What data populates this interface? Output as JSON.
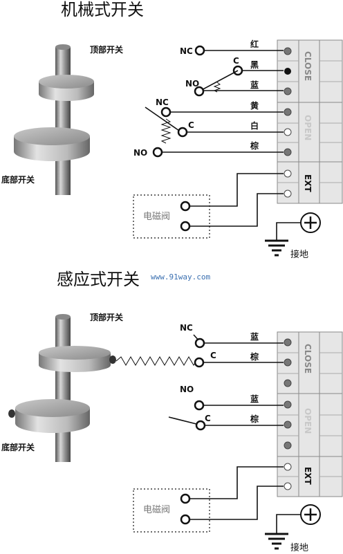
{
  "mechanical": {
    "title": "机械式开关",
    "top_label": "顶部开关",
    "bottom_label": "底部开关",
    "top_switch": {
      "nc": "NC",
      "c": "C",
      "no": "NO"
    },
    "bottom_switch": {
      "nc": "NC",
      "c": "C",
      "no": "NO"
    },
    "wires": [
      "红",
      "黑",
      "蓝",
      "黄",
      "白",
      "棕"
    ],
    "close_label": "CLOSE",
    "open_label": "OPEN",
    "ext_label": "EXT",
    "solenoid": "电磁阀",
    "ground": "接地"
  },
  "watermark": "www.91way.com",
  "inductive": {
    "title": "感应式开关",
    "top_label": "顶部开关",
    "bottom_label": "底部开关",
    "top_switch": {
      "nc": "NC",
      "c": "C"
    },
    "bottom_switch": {
      "no": "NO",
      "c": "C"
    },
    "wires": [
      "蓝",
      "棕",
      "蓝",
      "棕"
    ],
    "close_label": "CLOSE",
    "open_label": "OPEN",
    "ext_label": "EXT",
    "solenoid": "电磁阀",
    "ground": "接地"
  },
  "colors": {
    "terminal_block": "#e6e6e6",
    "terminal_border": "#888888",
    "open_text": "#c8c8c8",
    "close_text": "#888888",
    "url": "#3a6fb0"
  }
}
